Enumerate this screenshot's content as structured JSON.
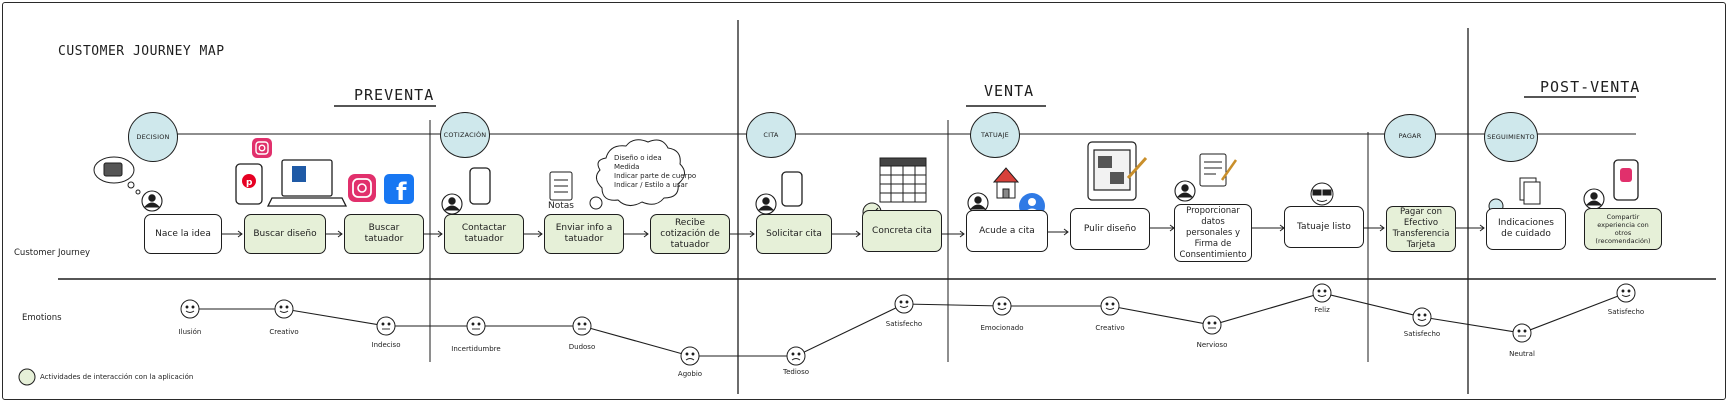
{
  "title": "CUSTOMER JOURNEY MAP",
  "phases": {
    "preventa": "PREVENTA",
    "venta": "VENTA",
    "postventa": "POST-VENTA"
  },
  "stages": {
    "decision": "DECISION",
    "cotizacion": "COTIZACIÓN",
    "cita": "CITA",
    "tatuaje": "TATUAJE",
    "pagar": "PAGAR",
    "seguimiento": "SEGUIMIENTO"
  },
  "row_labels": {
    "journey": "Customer Journey",
    "emotions": "Emotions"
  },
  "steps": {
    "s1": "Nace la idea",
    "s2": "Buscar diseño",
    "s3": "Buscar tatuador",
    "s4": "Contactar tatuador",
    "s5": "Enviar info a tatuador",
    "s6": "Recibe cotización de tatuador",
    "s7": "Solicitar cita",
    "s8": "Concreta cita",
    "s9": "Acude a cita",
    "s10": "Pulir diseño",
    "s11": "Proporcionar datos personales y Firma de Consentimiento",
    "s12": "Tatuaje listo",
    "s13": "Pagar con Efectivo Transferencia Tarjeta",
    "s14": "Indicaciones de cuidado",
    "s15": "Compartir experiencia con otros (recomendación)"
  },
  "notes": {
    "notas": "Notas",
    "cloud_l1": "Diseño o idea",
    "cloud_l2": "Medida",
    "cloud_l3": "Indicar parte de cuerpo",
    "cloud_l4": "Indicar / Estilo a usar"
  },
  "emotions": {
    "e1": "Ilusión",
    "e2": "Creativo",
    "e3": "Indeciso",
    "e4": "Incertidumbre",
    "e5": "Dudoso",
    "e6": "Agobio",
    "e7": "Tedioso",
    "e8": "Satisfecho",
    "e9": "Emocionado",
    "e10": "Creativo",
    "e11": "Nervioso",
    "e12": "Feliz",
    "e13": "Satisfecho",
    "e14": "Neutral",
    "e15": "Satisfecho"
  },
  "legend": "Actividades de interacción con la aplicación",
  "colors": {
    "stage_fill": "#cfe8ec",
    "app_activity_fill": "#e6f0d8",
    "instagram": "#e1306c",
    "facebook": "#1877f2",
    "pinterest": "#e60023",
    "house_roof": "#d8413a",
    "maps_pin": "#2f7ae5"
  },
  "icons": [
    "thought-bubble-icon",
    "person-icon",
    "instagram-icon",
    "pinterest-icon",
    "phone-icon",
    "laptop-icon",
    "facebook-icon",
    "notepad-icon",
    "calendar-icon",
    "house-icon",
    "profile-icon",
    "tablet-drawing-icon",
    "document-sign-icon",
    "sunglasses-face-icon",
    "receipt-icon",
    "smiley-icon"
  ]
}
